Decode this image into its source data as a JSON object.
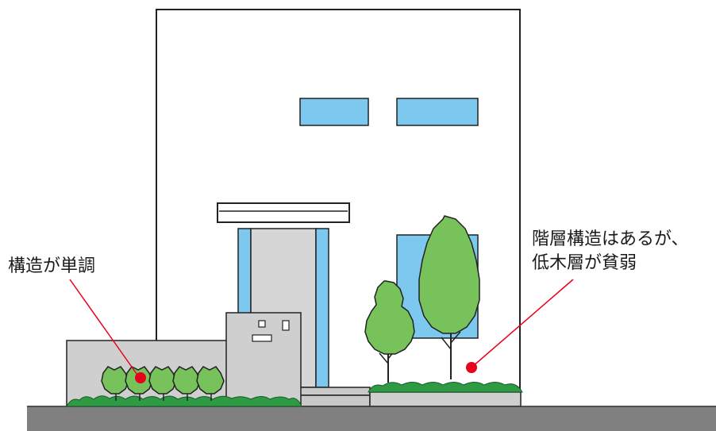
{
  "annotations": {
    "left": "構造が単調",
    "right_line1": "階層構造はあるが、",
    "right_line2": "低木層が貧弱"
  },
  "colors": {
    "outline": "#222222",
    "window": "#7cc8ef",
    "wall": "#cfcfcf",
    "door": "#d6d6d6",
    "tree": "#77c25a",
    "groundcover": "#2e9a44",
    "ground": "#808080",
    "marker": "#e8001c"
  }
}
